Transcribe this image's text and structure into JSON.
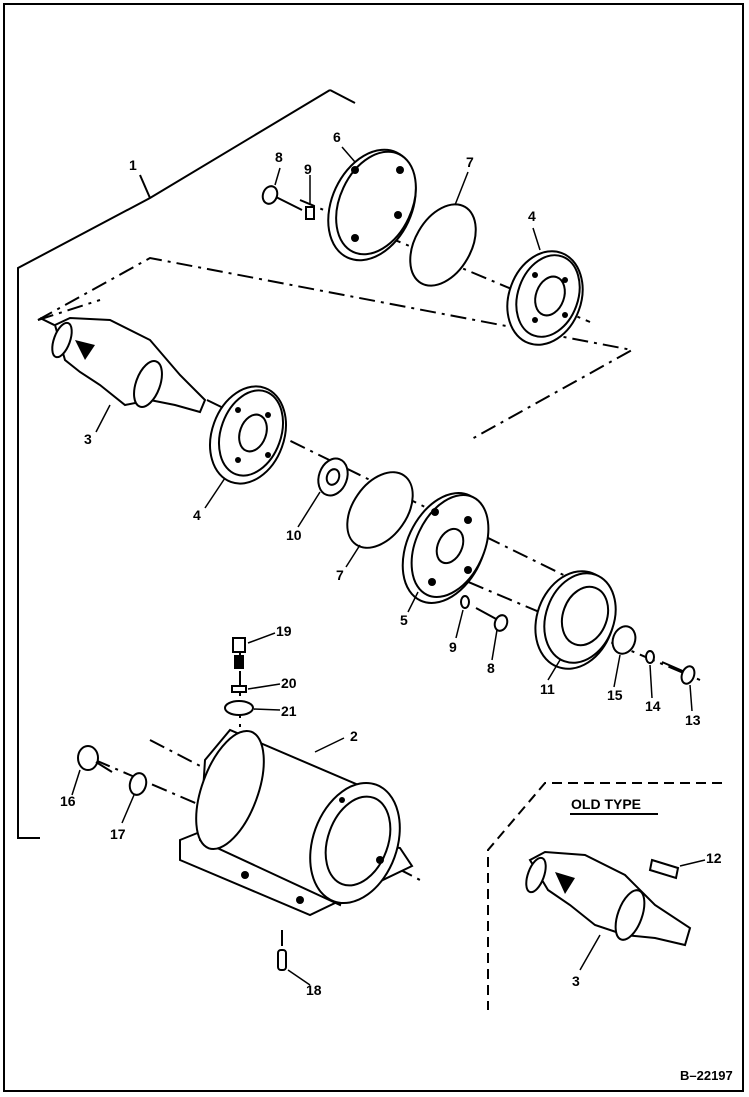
{
  "diagram": {
    "callouts": {
      "c1": "1",
      "c2": "2",
      "c3a": "3",
      "c3b": "3",
      "c4a": "4",
      "c4b": "4",
      "c5": "5",
      "c6": "6",
      "c7a": "7",
      "c7b": "7",
      "c8a": "8",
      "c8b": "8",
      "c9a": "9",
      "c9b": "9",
      "c10": "10",
      "c11": "11",
      "c12": "12",
      "c13": "13",
      "c14": "14",
      "c15": "15",
      "c16": "16",
      "c17": "17",
      "c18": "18",
      "c19": "19",
      "c20": "20",
      "c21": "21"
    },
    "old_type_label": "OLD TYPE",
    "figure_ref": "B–22197"
  }
}
